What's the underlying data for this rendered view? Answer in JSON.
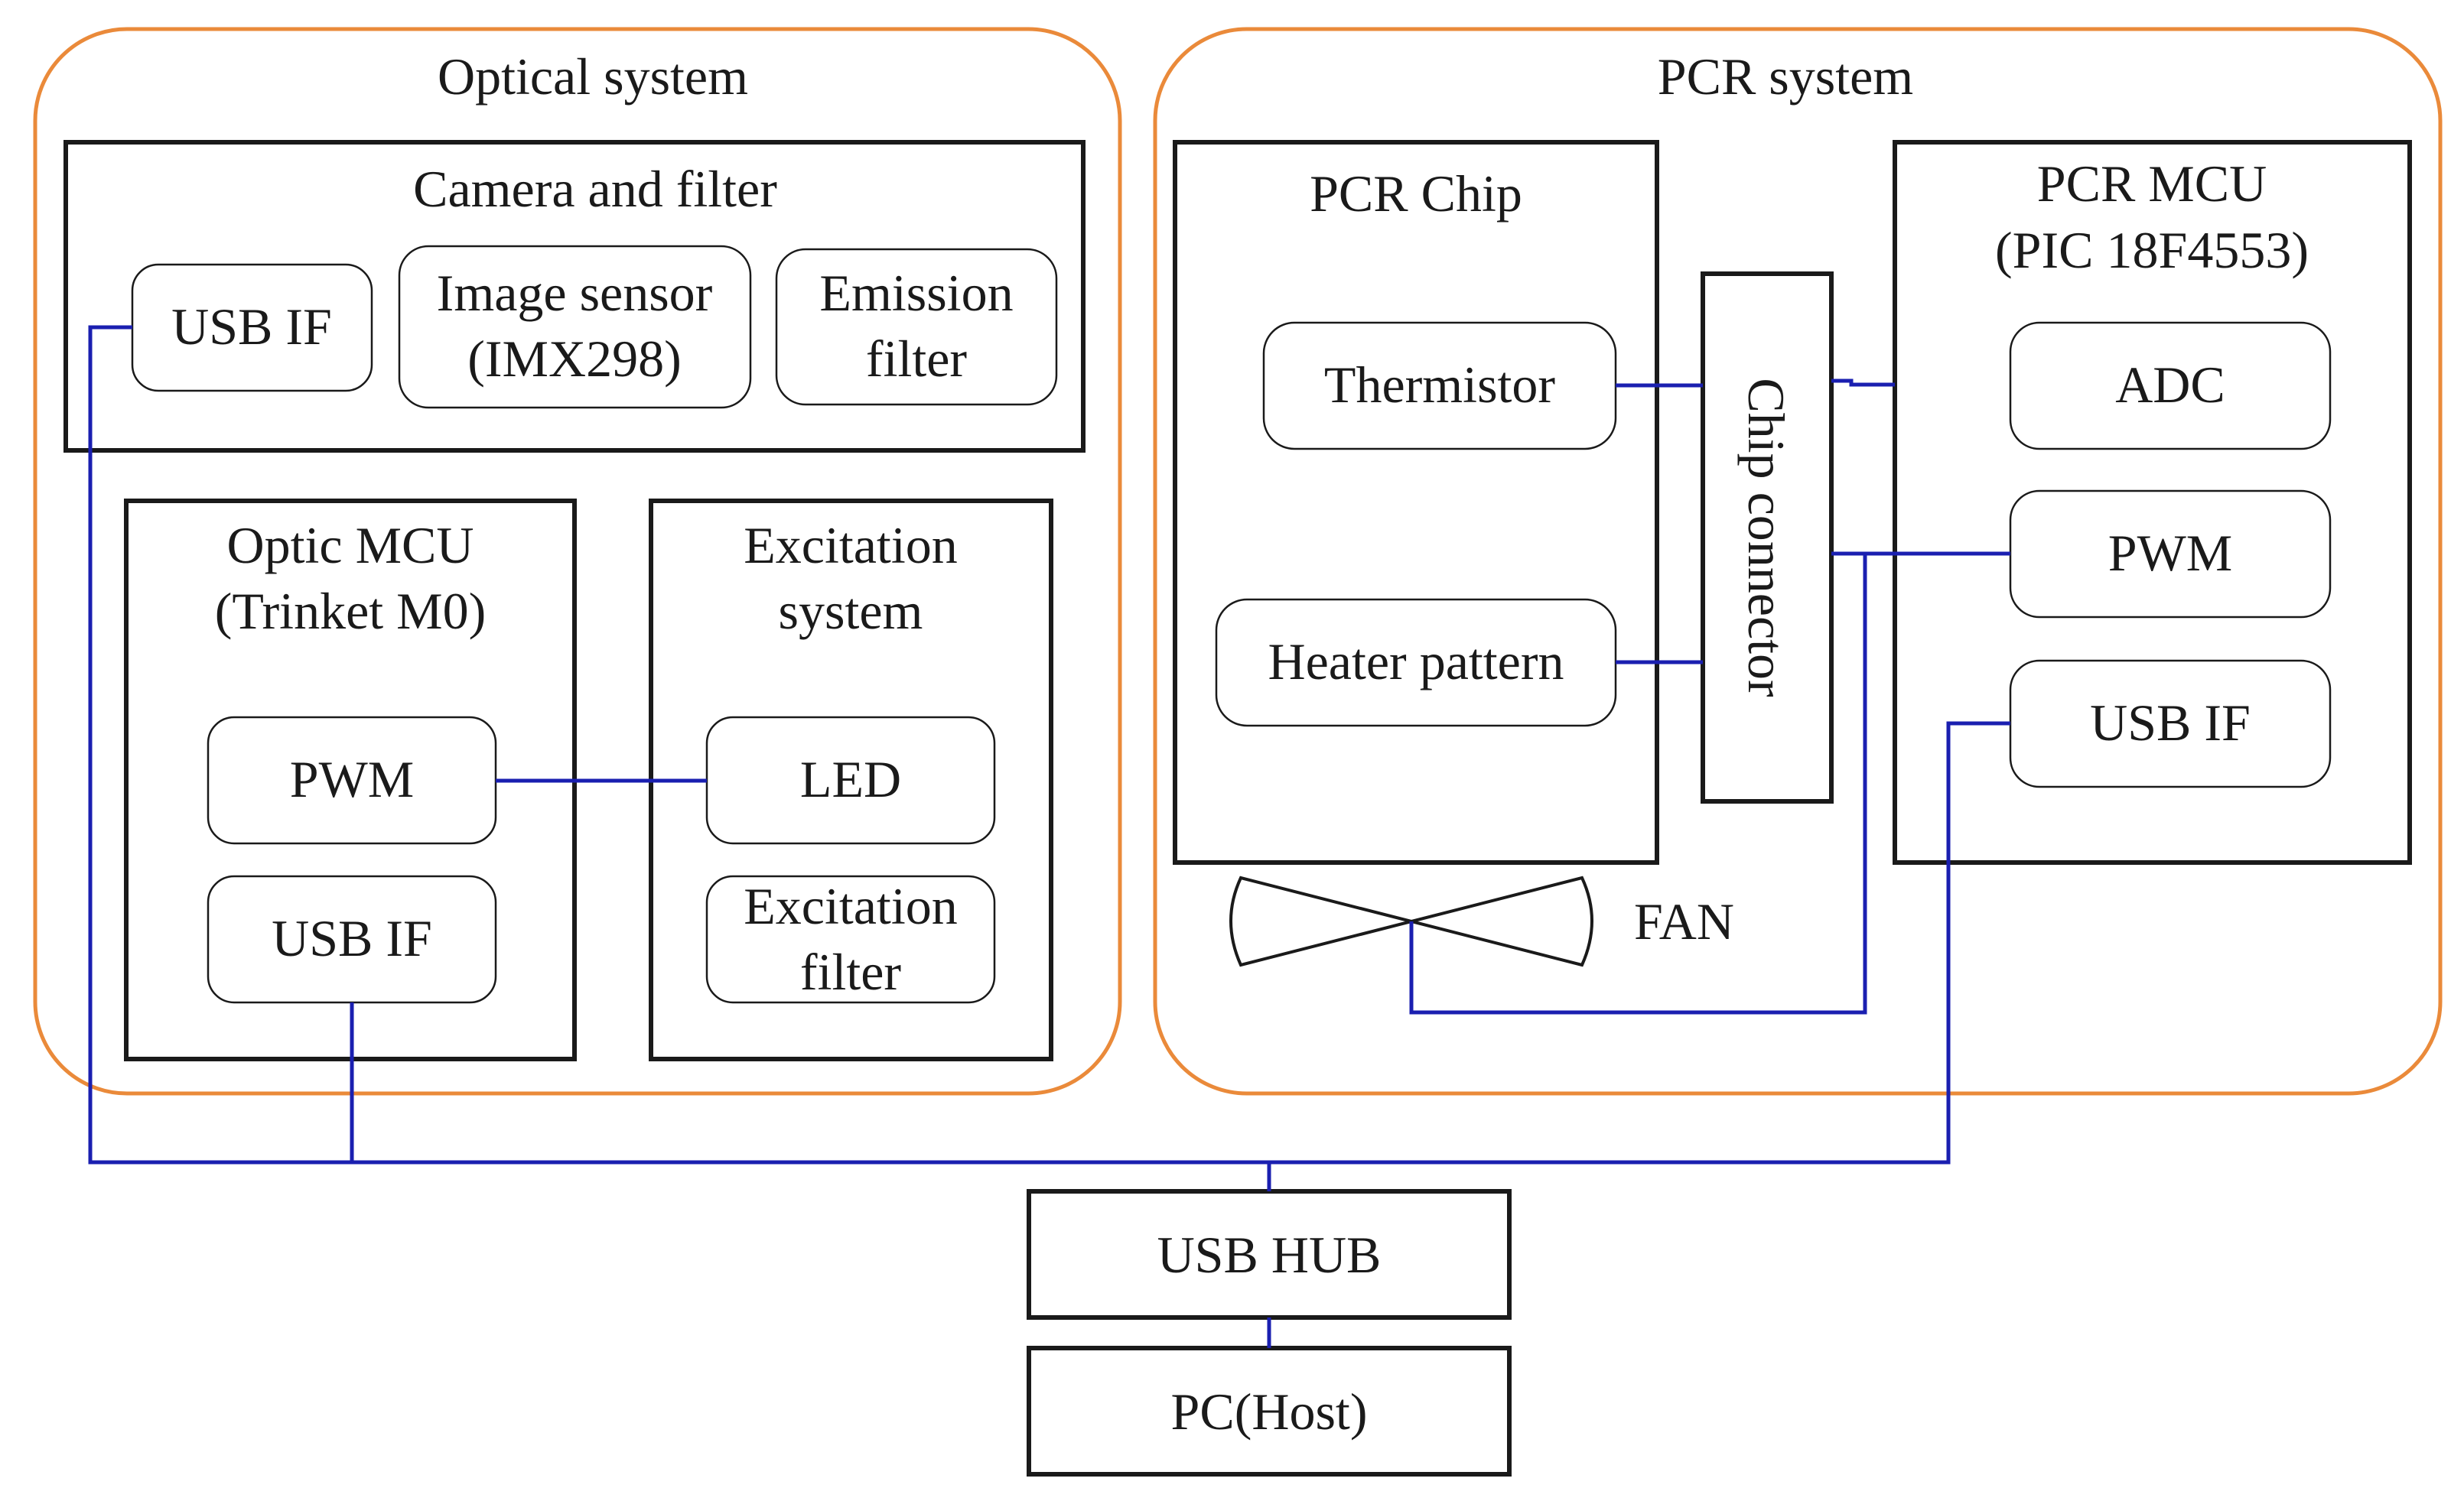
{
  "optical_system": {
    "title": "Optical system",
    "camera_and_filter": {
      "title": "Camera and filter",
      "usb_if": "USB IF",
      "image_sensor": [
        "Image sensor",
        "(IMX298)"
      ],
      "emission_filter": [
        "Emission",
        "filter"
      ]
    },
    "optic_mcu": {
      "title": [
        "Optic MCU",
        "(Trinket M0)"
      ],
      "pwm": "PWM",
      "usb_if": "USB IF"
    },
    "excitation_system": {
      "title": [
        "Excitation",
        "system"
      ],
      "led": "LED",
      "excitation_filter": [
        "Excitation",
        "filter"
      ]
    }
  },
  "pcr_system": {
    "title": "PCR system",
    "pcr_chip": {
      "title": "PCR Chip",
      "thermistor": "Thermistor",
      "heater_pattern": "Heater pattern"
    },
    "chip_connector": "Chip connector",
    "pcr_mcu": {
      "title": [
        "PCR MCU",
        "(PIC 18F4553)"
      ],
      "adc": "ADC",
      "pwm": "PWM",
      "usb_if": "USB IF"
    },
    "fan": "FAN"
  },
  "usb_hub": "USB HUB",
  "pc_host": "PC(Host)",
  "colors": {
    "group_outline": "#ea8a3a",
    "wire": "#1a1fb0",
    "box_outline": "#1a1a1a"
  }
}
